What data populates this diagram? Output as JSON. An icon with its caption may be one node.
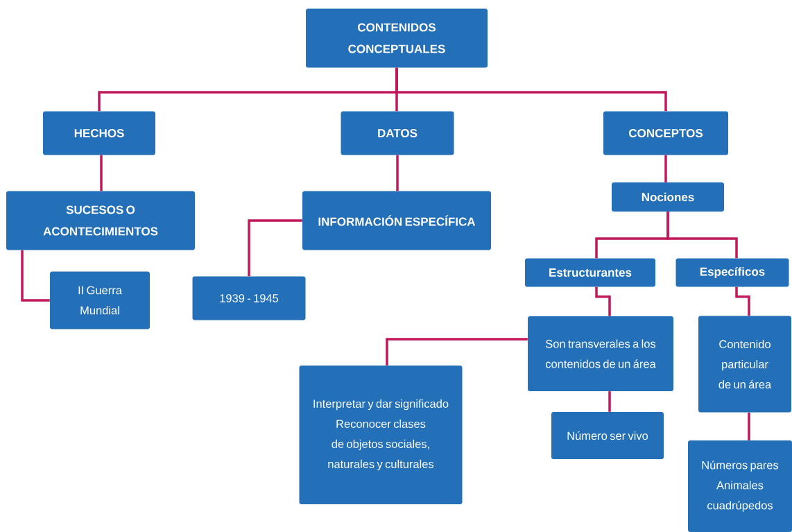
{
  "diagram": {
    "nodes": [
      {
        "text": [
          "CONTENIDOS CONCEPTUALES"
        ]
      },
      {
        "text": [
          "HECHOS"
        ]
      },
      {
        "text": [
          "DATOS"
        ]
      },
      {
        "text": [
          "CONCEPTOS"
        ]
      },
      {
        "text": [
          "SUCESOS O ACONTECIMIENTOS"
        ]
      },
      {
        "text": [
          "II Guerra Mundial"
        ]
      },
      {
        "text": [
          "INFORMACIÓN ESPECÍFICA"
        ]
      },
      {
        "text": [
          "1939 - 1945"
        ]
      },
      {
        "text": [
          "Nociones"
        ]
      },
      {
        "text": [
          "Estructurantes"
        ]
      },
      {
        "text": [
          "Específicos"
        ]
      },
      {
        "text": [
          "Son transverales a los contenidos de un área"
        ]
      },
      {
        "text": [
          "Interpretar y dar significado Reconocer clases de objetos sociales, naturales y culturales"
        ]
      },
      {
        "text": [
          "Número ser vivo"
        ]
      },
      {
        "text": [
          "Contenido particular de un área"
        ]
      },
      {
        "text": [
          "Números pares Animales cuadrúpedos"
        ]
      }
    ],
    "edges": [
      {
        "from": 0,
        "to": 1,
        "arrow": "none"
      },
      {
        "from": 0,
        "to": 2,
        "arrow": "none"
      },
      {
        "from": 0,
        "to": 3,
        "arrow": "none"
      },
      {
        "from": 1,
        "to": 4,
        "arrow": "none"
      },
      {
        "from": 2,
        "to": 6,
        "arrow": "none"
      },
      {
        "from": 3,
        "to": 8,
        "arrow": "none"
      },
      {
        "from": 4,
        "to": 5,
        "arrow": "none"
      },
      {
        "from": 6,
        "to": 7,
        "arrow": "none"
      },
      {
        "from": 8,
        "to": 9,
        "arrow": "none"
      },
      {
        "from": 8,
        "to": 10,
        "arrow": "none"
      },
      {
        "from": 9,
        "to": 11,
        "arrow": "none"
      },
      {
        "from": 10,
        "to": 14,
        "arrow": "none"
      },
      {
        "from": 11,
        "to": 12,
        "arrow": "none"
      },
      {
        "from": 11,
        "to": 13,
        "arrow": "none"
      },
      {
        "from": 14,
        "to": 15,
        "arrow": "none"
      }
    ]
  }
}
